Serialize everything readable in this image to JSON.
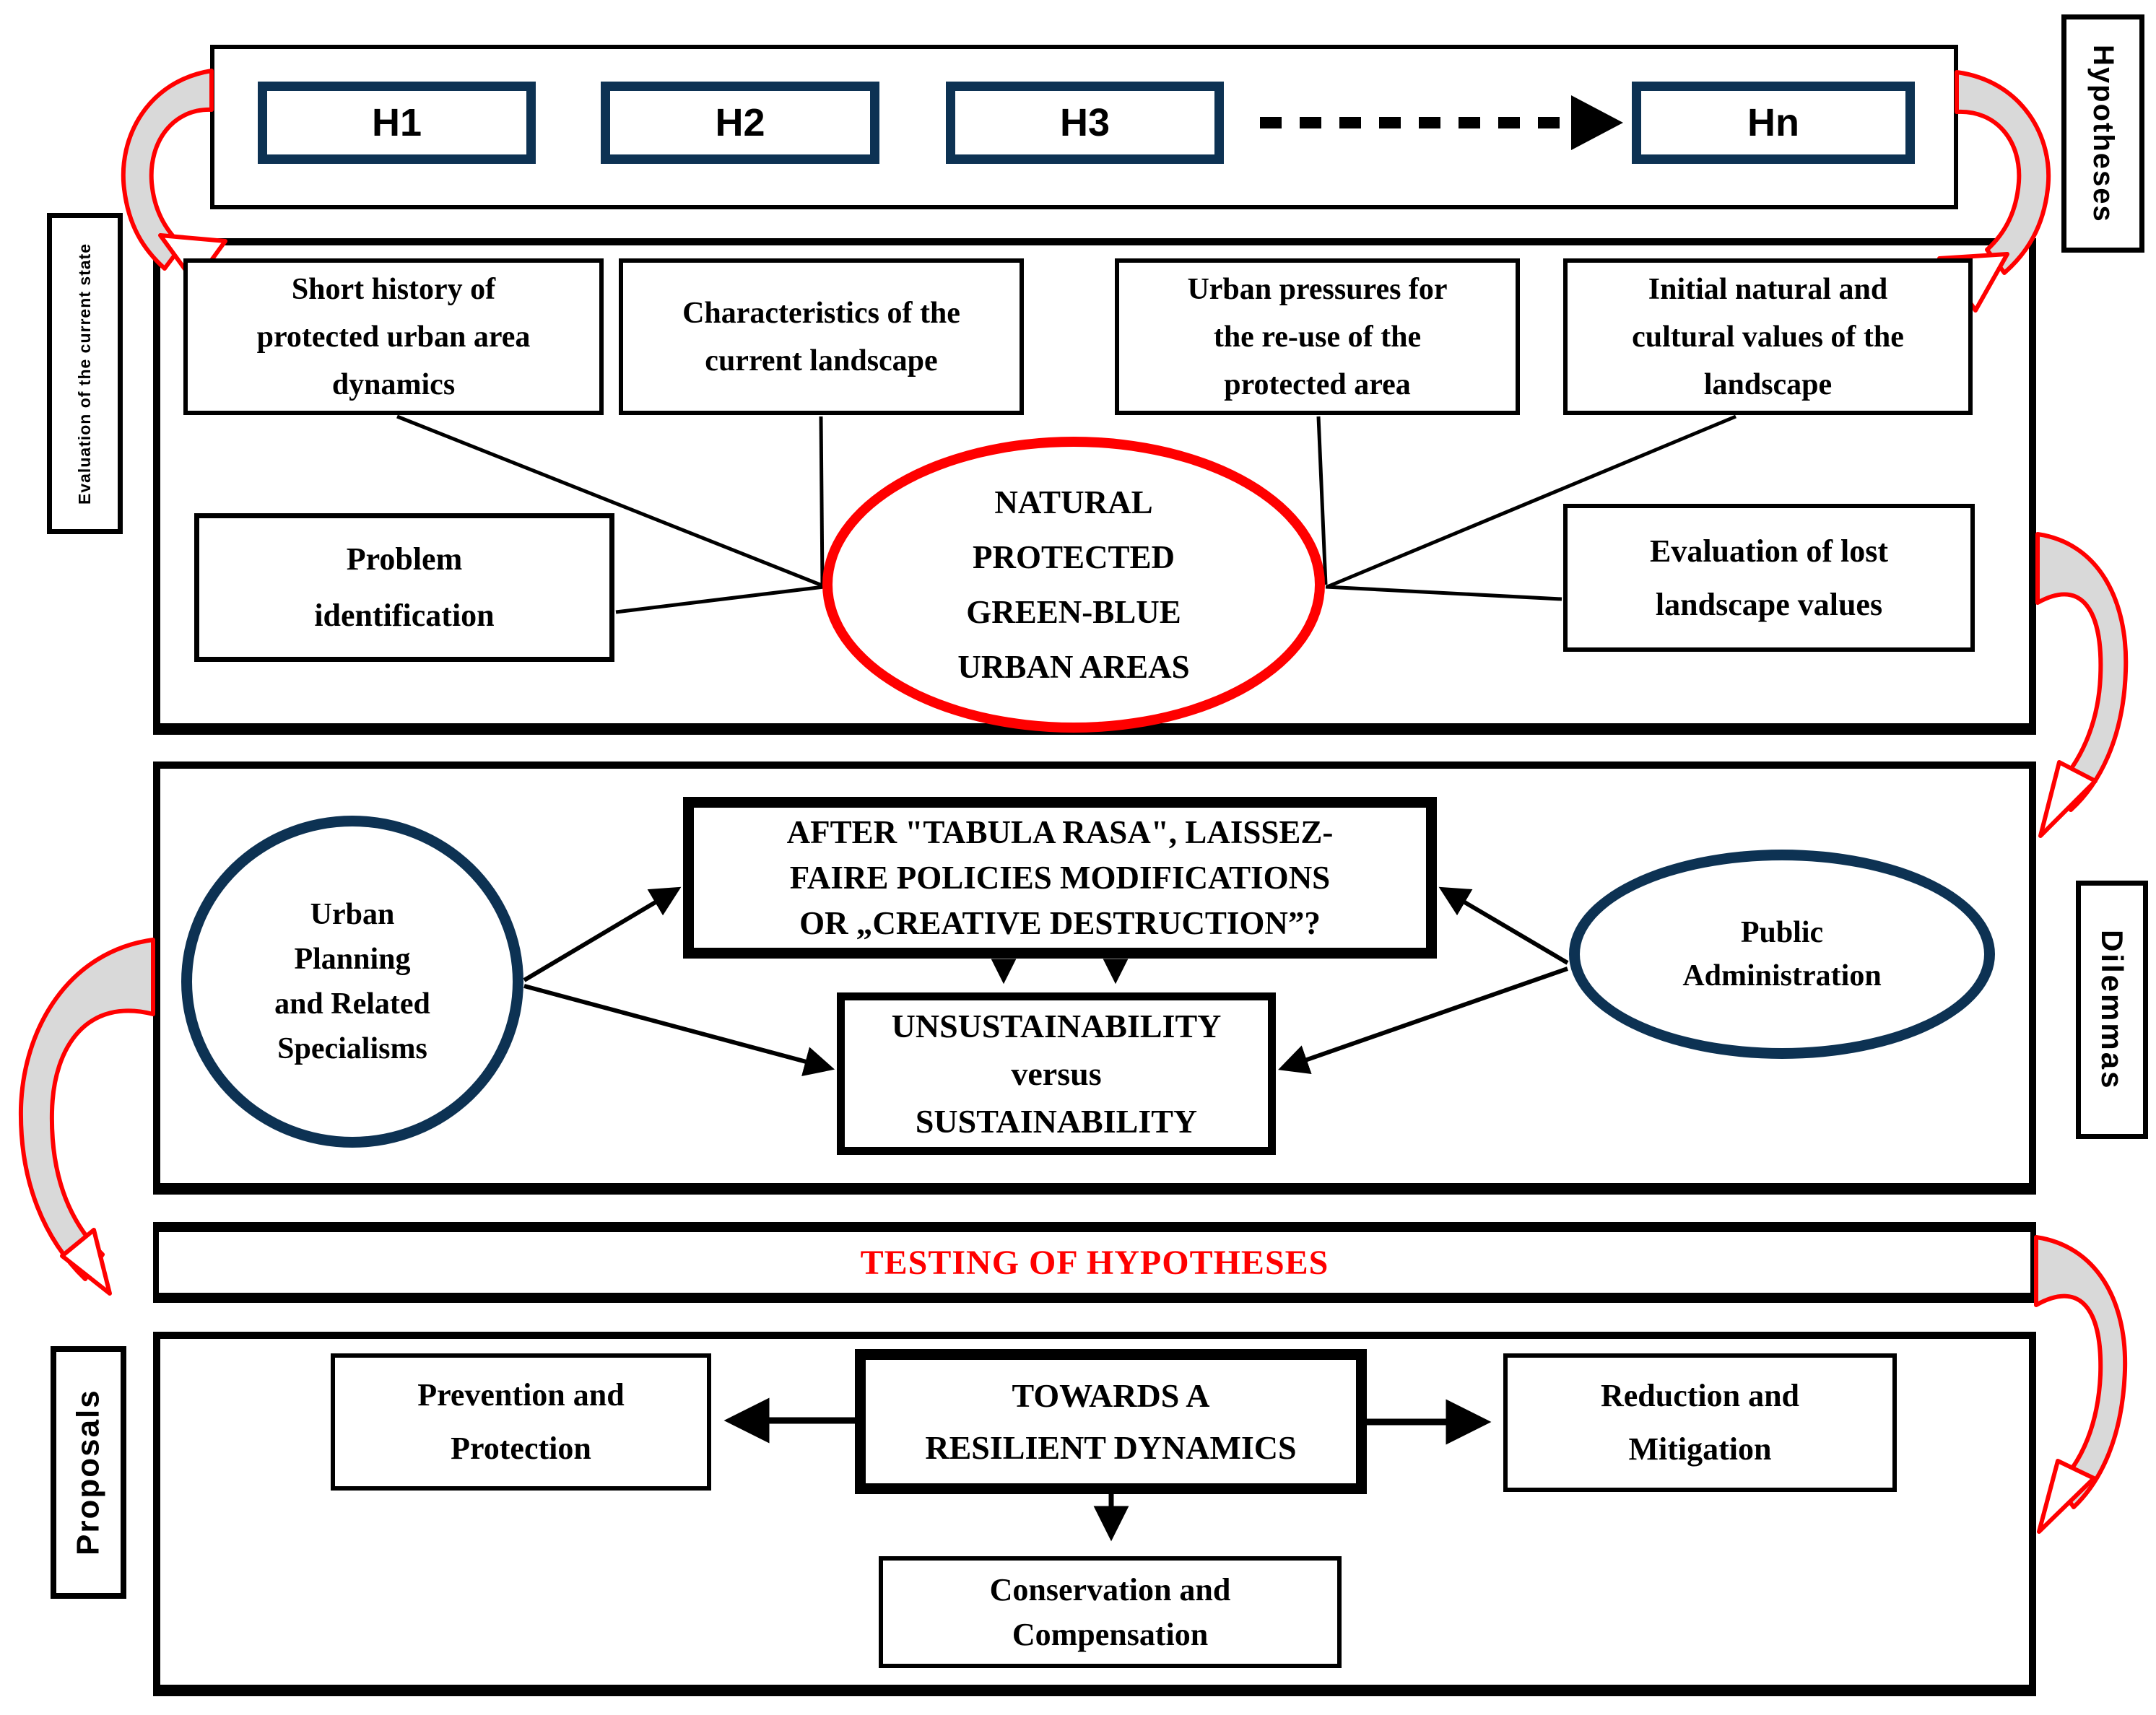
{
  "colors": {
    "navy": "#0d3253",
    "red": "#ff0000",
    "arrow_gray": "#d9d9d9",
    "black": "#000000"
  },
  "sections": {
    "hypotheses": {
      "label": "Hypotheses",
      "items": [
        "H1",
        "H2",
        "H3",
        "Hn"
      ]
    },
    "evaluation": {
      "label": "Evaluation of the current state",
      "boxes": {
        "short_history": "Short history of\nprotected urban area\ndynamics",
        "characteristics": "Characteristics of the\ncurrent landscape",
        "urban_pressures": "Urban pressures for\nthe re-use of the\nprotected area",
        "initial_values": "Initial natural and\ncultural values of the\nlandscape",
        "problem_identification": "Problem\nidentification",
        "lost_values": "Evaluation of lost\nlandscape values"
      },
      "ellipse": "NATURAL\nPROTECTED\nGREEN-BLUE\nURBAN AREAS"
    },
    "dilemmas": {
      "label": "Dilemmas",
      "urban_planning": "Urban\nPlanning\nand Related\nSpecialisms",
      "public_administration": "Public\nAdministration",
      "tabula_rasa": "AFTER \"TABULA RASA\", LAISSEZ-\nFAIRE POLICIES MODIFICATIONS\nOR „CREATIVE DESTRUCTION”?",
      "sustainability": "UNSUSTAINABILITY\nversus\nSUSTAINABILITY"
    },
    "testing": {
      "title": "TESTING OF HYPOTHESES"
    },
    "proposals": {
      "label": "Proposals",
      "towards": "TOWARDS A\nRESILIENT DYNAMICS",
      "prevention": "Prevention and\nProtection",
      "reduction": "Reduction and\nMitigation",
      "conservation": "Conservation and\nCompensation"
    }
  }
}
